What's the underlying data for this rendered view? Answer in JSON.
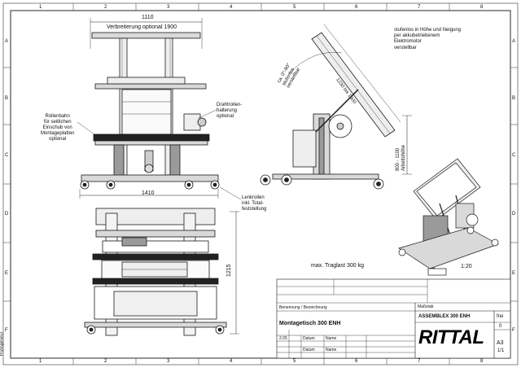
{
  "grid": {
    "columns": [
      "1",
      "2",
      "3",
      "4",
      "5",
      "6",
      "7",
      "8"
    ],
    "rows": [
      "A",
      "B",
      "C",
      "D",
      "E",
      "F"
    ]
  },
  "front_view": {
    "width_label": "1110",
    "width_optional_label": "Verbreiterung optional 1900",
    "base_width_label": "1410",
    "roller_conveyor_note": "Rollenbahn\nfür seitlichen\nEinschub von\nMontageplatten\noptional",
    "wire_roll_note": "Drahtrollen-\nhalterung\noptional",
    "castor_note": "Lenkrollen\ninkl. Total-\nfeststellung"
  },
  "side_view": {
    "length_label": "1230 bis 1900",
    "tilt_label": "ca. 0°-90°\nstufenlos\nverstellbar",
    "height_label": "800 - 1100\nArbeitshöhe",
    "adjust_note": "stufenlos in Höhe und Neigung\nper akkubetriebenem\nElektromotor\nverstellbar"
  },
  "top_view": {
    "depth_label": "1215",
    "load_note": "max. Traglast 300 kg"
  },
  "iso_view": {
    "scale": "1:20"
  },
  "title_block": {
    "drawing_title": "Montagetisch 300 ENH",
    "assembly": "ASSEMBLEX 300 ENH",
    "size": "A3",
    "sheet": "1/1",
    "brand": "RITTAL",
    "side_label": "Prüfingenieur",
    "material_label": "Benennung / Bezeichnung",
    "weight_label": "Maßstab",
    "weight_value": "0",
    "revision": "0",
    "rows": [
      "Datum",
      "Name",
      "Datum",
      "Name"
    ],
    "scale_small": "2:25",
    "status": "frei"
  },
  "colors": {
    "line": "#1a1a1a",
    "fill_dark": "#222222",
    "fill_mid": "#9a9a9a",
    "fill_light": "#d9d9d9",
    "brand": "#000000"
  }
}
